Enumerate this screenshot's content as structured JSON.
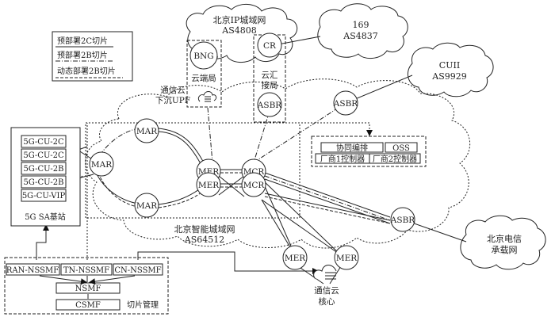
{
  "legend": {
    "items": [
      {
        "label": "预部署2C切片",
        "line": "solid"
      },
      {
        "label": "预部署2B切片",
        "line": "dash-dot"
      },
      {
        "label": "动态部署2B切片",
        "line": "dashed"
      }
    ]
  },
  "clouds": {
    "ip_metro": {
      "name": "北京IP城域网",
      "as": "AS4808"
    },
    "n169": {
      "name": "169",
      "as": "AS4837"
    },
    "cuii": {
      "name": "CUII",
      "as": "AS9929"
    },
    "smart_metro": {
      "name": "北京智能城域网",
      "as": "AS64512"
    },
    "telecom": {
      "line1": "北京电信",
      "line2": "承载网"
    }
  },
  "sites": {
    "cloud_edge": "云端局",
    "cloud_agg_1": "云汇",
    "cloud_agg_2": "接局",
    "upf_1": "通信云",
    "upf_2": "下沉UPF",
    "core_1": "通信云",
    "core_2": "核心"
  },
  "nodes": {
    "bng": "BNG",
    "cr": "CR",
    "asbr_agg": "ASBR",
    "asbr_cuii": "ASBR",
    "asbr_telecom": "ASBR",
    "mar_top": "MAR",
    "mar_left": "MAR",
    "mar_bottom": "MAR",
    "mer_top": "MER",
    "mer_mid": "MER",
    "mcr_top": "MCR",
    "mcr_bottom": "MCR",
    "mer_low1": "MER",
    "mer_low2": "MER"
  },
  "base_station": {
    "title": "5G SA基站",
    "cus": [
      "5G-CU-2C",
      "5G-CU-2C",
      "5G-CU-2B",
      "5G-CU-2B",
      "5G-CU-VIP"
    ]
  },
  "controllers": {
    "orchestration": "协同编排",
    "oss": "OSS",
    "vendor1": "厂商1控制器",
    "vendor2": "厂商2控制器"
  },
  "slice_mgmt": {
    "title": "切片管理",
    "ran": "RAN-NSSMF",
    "tn": "TN-NSSMF",
    "cn": "CN-NSSMF",
    "nsmf": "NSMF",
    "csmf": "CSMF"
  }
}
